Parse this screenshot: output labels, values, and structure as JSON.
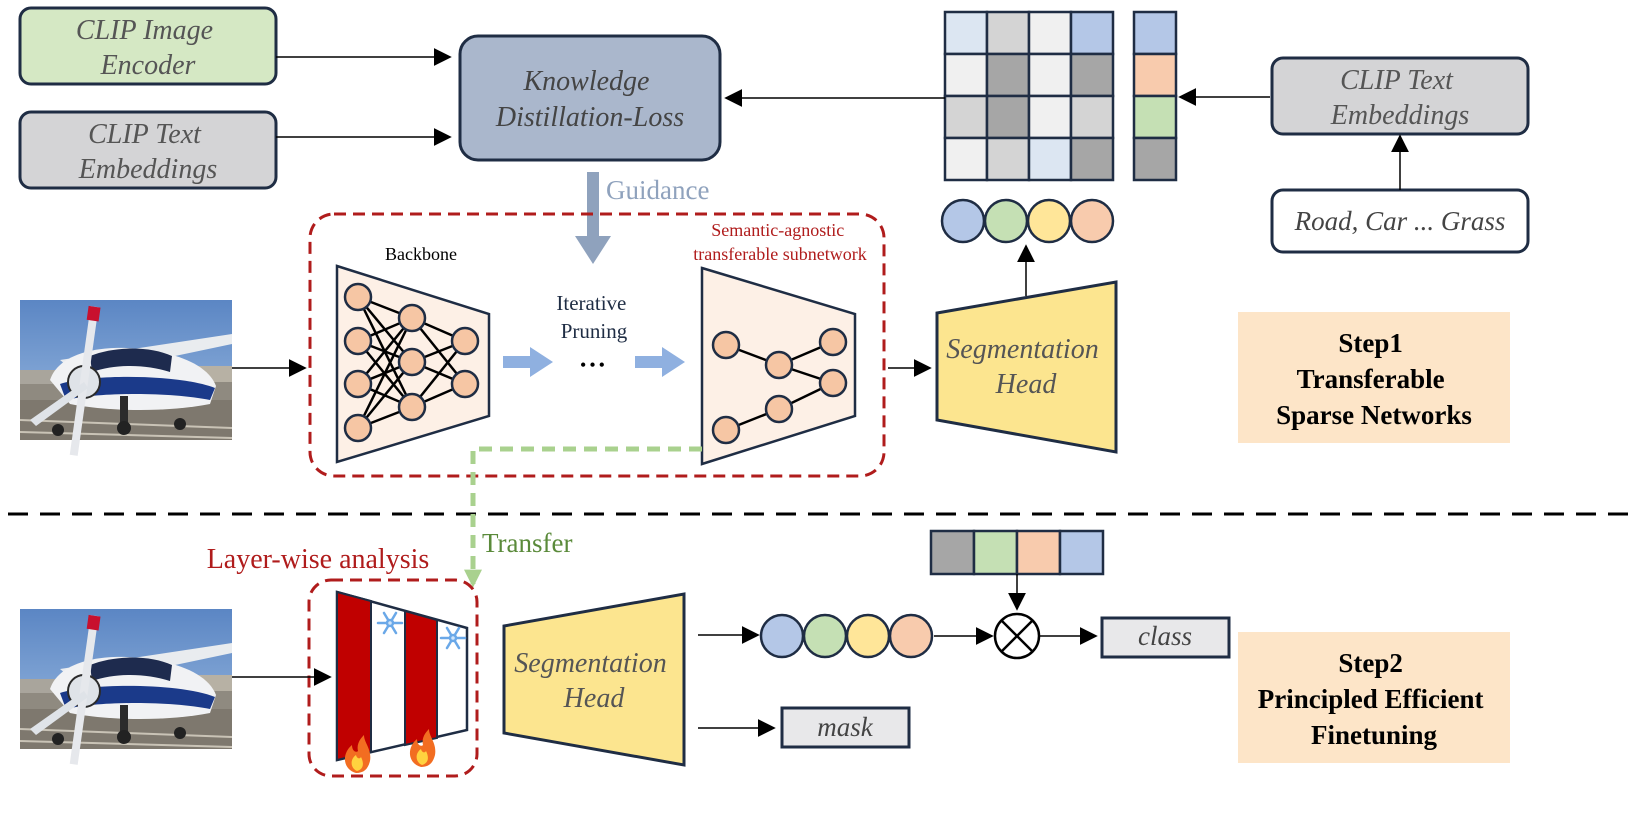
{
  "top_left": {
    "clip_image_encoder": [
      "CLIP Image",
      "Encoder"
    ],
    "clip_text_embeddings": [
      "CLIP Text",
      "Embeddings"
    ],
    "kd_loss": [
      "Knowledge",
      "Distillation-Loss"
    ]
  },
  "top_right": {
    "clip_text_embeddings": [
      "CLIP Text",
      "Embeddings"
    ],
    "class_prompt": "Road, Car ... Grass"
  },
  "guidance_label": "Guidance",
  "backbone_label": "Backbone",
  "iterative_pruning": [
    "Iterative",
    "Pruning"
  ],
  "ellipsis": "•••",
  "subnetwork_label": [
    "Semantic-agnostic",
    "transferable subnetwork"
  ],
  "seg_head_1": [
    "Segmentation",
    "Head"
  ],
  "seg_head_2": [
    "Segmentation",
    "Head"
  ],
  "transfer_label": "Transfer",
  "layerwise_label": "Layer-wise analysis",
  "mask_label": "mask",
  "class_label": "class",
  "step1": [
    "Step1",
    "Transferable",
    "Sparse Networks"
  ],
  "step2": [
    "Step2",
    "Principled Efficient",
    "Finetuning"
  ],
  "icons": {
    "frozen": "snowflake-icon",
    "trainable": "fire-icon",
    "product": "circle-times-icon",
    "photo": "airplane-photo"
  },
  "colors": {
    "green_box": "#d5e8c4",
    "gray_box": "#d4d4d6",
    "kd_box": "#aab7cc",
    "dark_border": "#1f2d44",
    "seg_yellow": "#fce58f",
    "step_bg": "#fde5c8",
    "red_dash": "#b01c1c",
    "green_dash": "#a9d18e",
    "guidance": "#8fa2bd",
    "node_fill": "#f6c6a4",
    "trap_fill": "#fdf0e6",
    "blue_arrow": "#8fb0e0",
    "dot_blue": "#b4c7e7",
    "dot_green": "#c5e0b4",
    "dot_yellow": "#ffe699",
    "dot_peach": "#f8cbad",
    "dot_gray": "#a6a6a6",
    "layer_red": "#c00000"
  }
}
